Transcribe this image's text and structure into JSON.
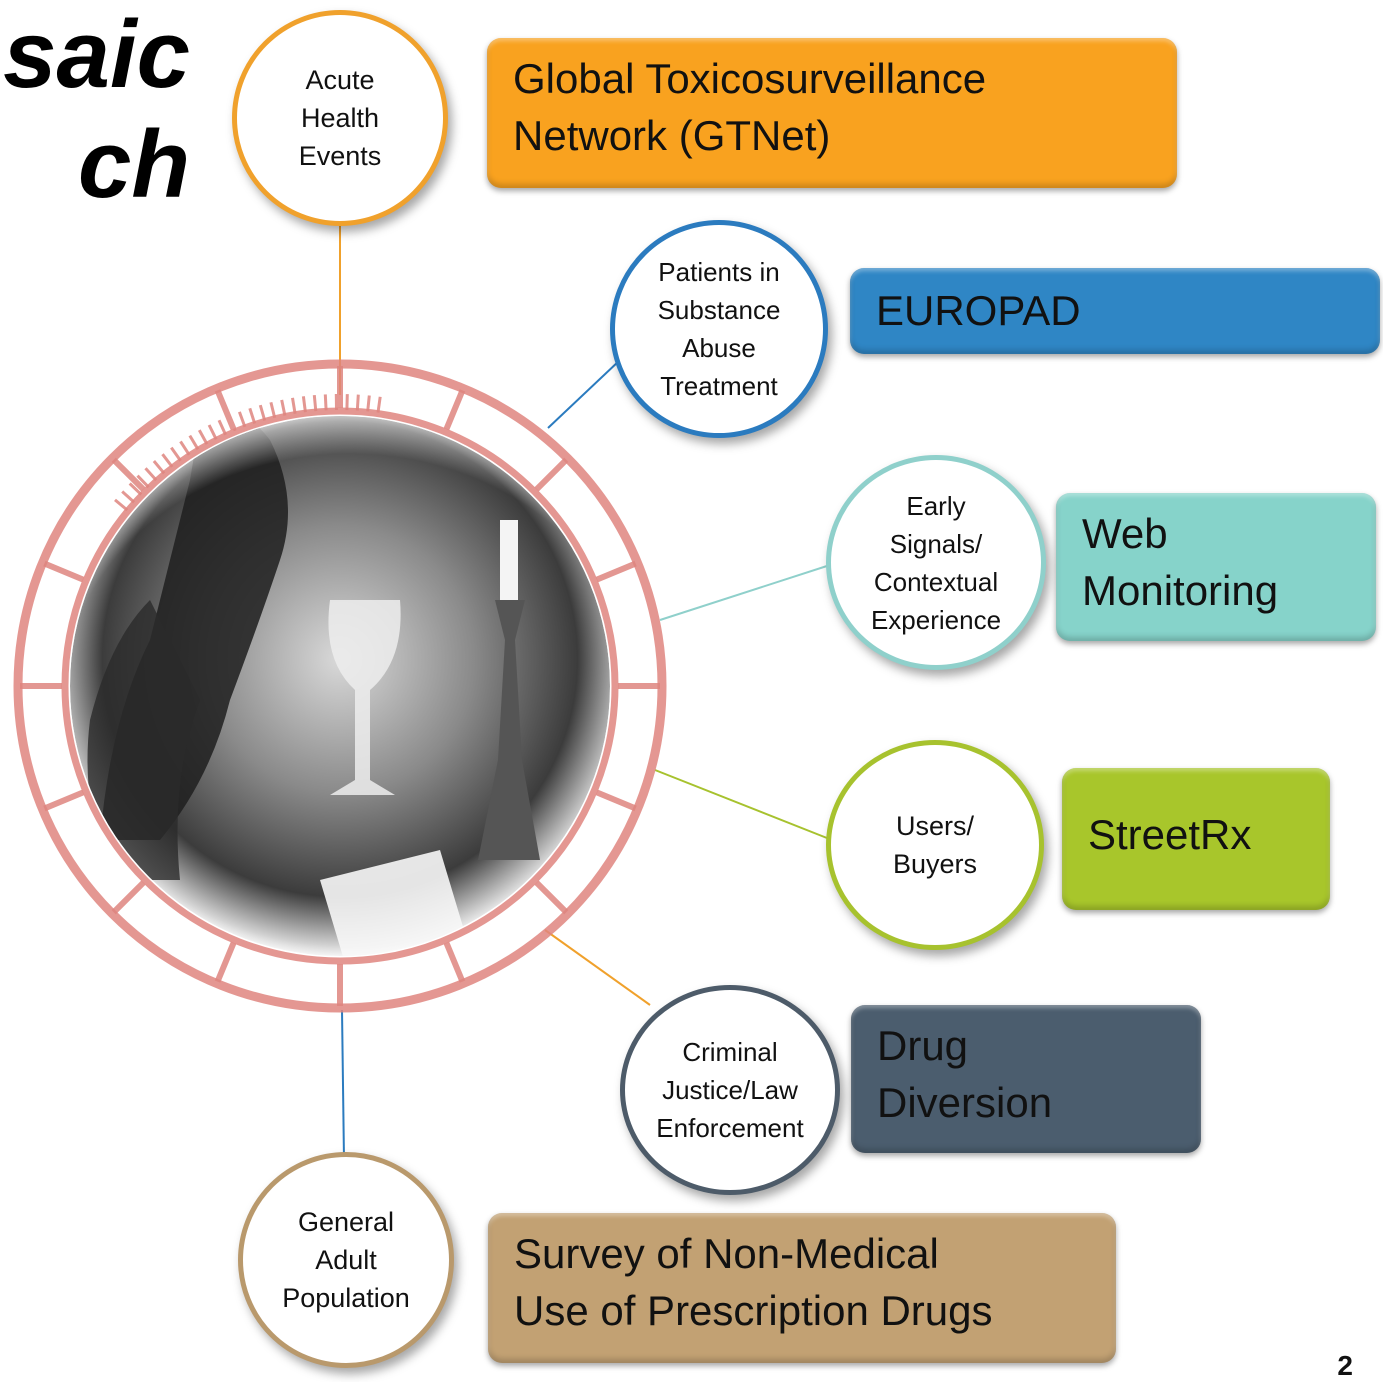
{
  "title_fragment": {
    "line1": "saic",
    "line2": "ch"
  },
  "colors": {
    "ring": "#df857f",
    "gtnet": "#f9a21f",
    "europad": "#2f86c5",
    "web": "#86d3ca",
    "streetrx": "#a8c62b",
    "diversion": "#4b5d6e",
    "survey": "#c2a173"
  },
  "nodes": {
    "acute": {
      "label": "Acute\nHealth\nEvents",
      "color": "#f0a12c"
    },
    "patients": {
      "label": "Patients in\nSubstance\nAbuse\nTreatment",
      "color": "#2b7bbf"
    },
    "early": {
      "label": "Early\nSignals/\nContextual\nExperience",
      "color": "#8fd0cb"
    },
    "users": {
      "label": "Users/\nBuyers",
      "color": "#a7c22e"
    },
    "criminal": {
      "label": "Criminal\nJustice/Law\nEnforcement",
      "color": "#4d5b69"
    },
    "general": {
      "label": "General\nAdult\nPopulation",
      "color": "#b9996c"
    }
  },
  "programs": {
    "gtnet": "Global Toxicosurveillance\nNetwork (GTNet)",
    "europad": "EUROPAD",
    "web": "Web\nMonitoring",
    "streetrx": "StreetRx",
    "diversion": "Drug\nDiversion",
    "survey": "Survey of Non-Medical\nUse of Prescription Drugs"
  },
  "central_image": {
    "icon": "photo-woman-pills-icon"
  },
  "page_number": "2"
}
